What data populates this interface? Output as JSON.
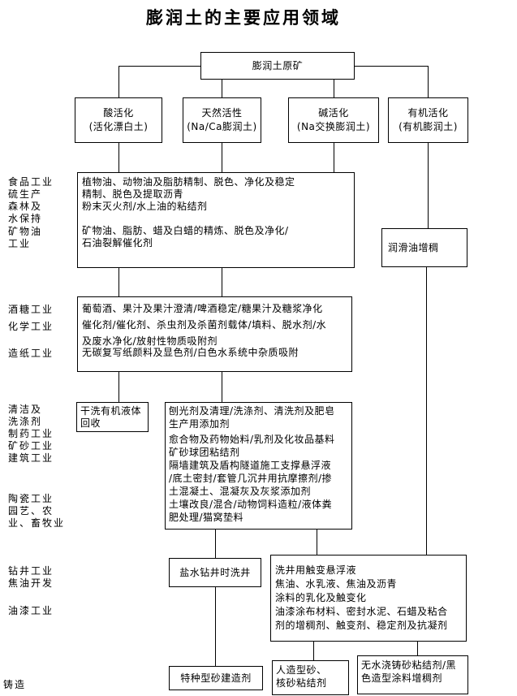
{
  "title": "膨润土的主要应用领域",
  "root_box": "膨润土原矿",
  "activation": [
    {
      "name": "酸活化",
      "sub": "(活化漂白土)"
    },
    {
      "name": "天然活性",
      "sub": "(Na/Ca膨润土)"
    },
    {
      "name": "碱活化",
      "sub": "(Na交换膨润土)"
    },
    {
      "name": "有机活化",
      "sub": "(有机膨润土)"
    }
  ],
  "industry_labels": [
    "食品工业",
    "硫生产",
    "森林及",
    "水保持",
    "矿物油",
    "工业",
    "酒糖工业",
    "化学工业",
    "造纸工业",
    "清洁及",
    "洗涤剂",
    "制药工业",
    "矿砂工业",
    "建筑工业",
    "陶瓷工业",
    "园艺、农",
    "业、畜牧业",
    "钻井工业",
    "焦油开发",
    "油漆工业",
    "铸造"
  ],
  "boxes": {
    "food": {
      "lines": [
        "植物油、动物油及脂肪精制、脱色、净化及稳定",
        "精制、脱色及提取沥青",
        "粉末灭火剂/水上油的粘结剂",
        "矿物油、脂肪、蜡及白蜡的精炼、脱色及净化/",
        "石油裂解催化剂"
      ]
    },
    "lube": {
      "text": "润滑油增稠"
    },
    "wine": {
      "lines": [
        "葡萄酒、果汁及果汁澄清/啤酒稳定/糖果汁及糖浆净化",
        "催化剂/催化剂、杀虫剂及杀菌剂载体/填料、脱水剂/水",
        "及废水净化/放射性物质吸附剂",
        "无碳复写纸颜料及显色剂/白色水系统中杂质吸附"
      ]
    },
    "dryclean": {
      "lines": [
        "干洗有机液体",
        "回收"
      ]
    },
    "clean": {
      "lines": [
        "刨光剂及清理/洗涤剂、清洗剂及肥皂",
        "生产用添加剂",
        "愈合物及药物始料/乳剂及化妆品基料",
        "矿砂球团粘结剂",
        "隔墙建筑及盾构隧道施工支撑悬浮液",
        "/底土密封/套管几沉井用抗摩擦剂/掺",
        "土混凝土、混凝灰及灰浆添加剂",
        "土壤改良/混合/动物饲料造粒/液体粪",
        "肥处理/猫窝垫料"
      ]
    },
    "saltwater": {
      "text": "盐水钻井时洗井"
    },
    "drill": {
      "lines": [
        "洗井用触变悬浮液",
        "焦油、水乳液、焦油及沥青",
        "涂料的乳化及触变化",
        "油漆涂布材料、密封水泥、石蜡及粘合",
        "剂的增稠剂、触变剂、稳定剂及抗凝剂"
      ]
    },
    "cast_special": {
      "text": "特种型砂建造剂"
    },
    "cast_manmade": {
      "lines": [
        "人造型砂、",
        "核砂粘结剂"
      ]
    },
    "cast_anhydrous": {
      "lines": [
        "无水浇铸砂粘结剂/黑",
        "色造型涂料增稠剂"
      ]
    }
  },
  "colors": {
    "line": "#000000",
    "background": "#ffffff",
    "text": "#000000"
  }
}
